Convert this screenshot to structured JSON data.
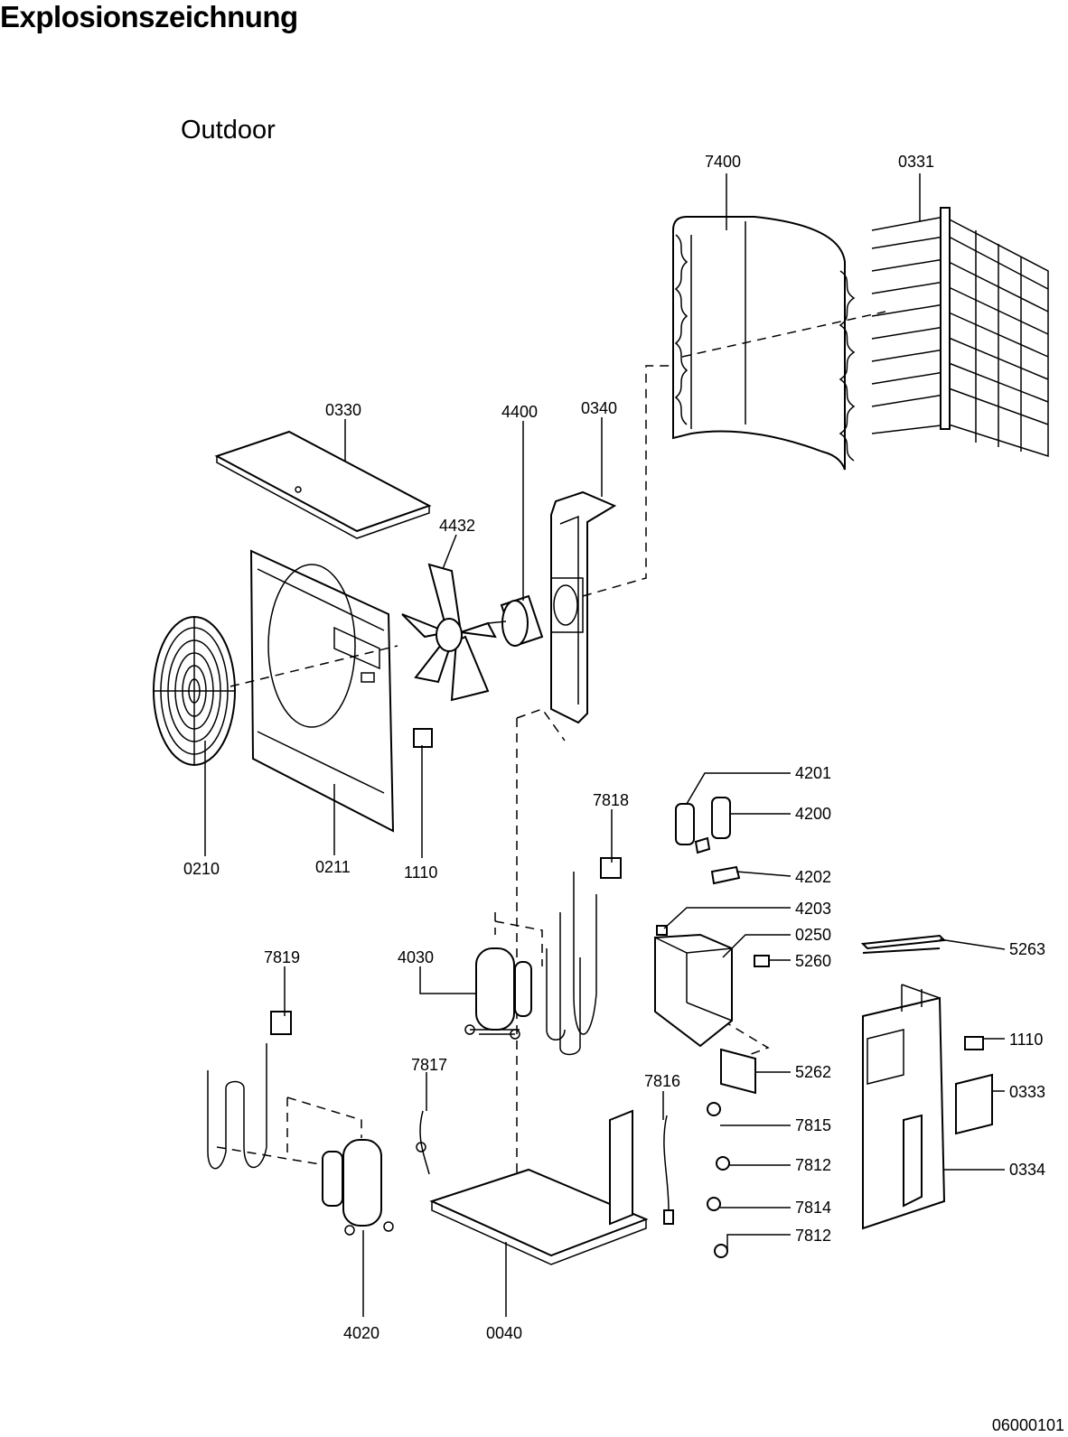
{
  "title": "Explosionszeichnung",
  "subtitle": "Outdoor",
  "document_number": "06000101",
  "callouts": [
    "7400",
    "0331",
    "0330",
    "4400",
    "0340",
    "4432",
    "0210",
    "0211",
    "1110",
    "7818",
    "4201",
    "4200",
    "4202",
    "4203",
    "0250",
    "5260",
    "5263",
    "7819",
    "4030",
    "1110",
    "5262",
    "0333",
    "7817",
    "7816",
    "7815",
    "7812",
    "0334",
    "7814",
    "7812",
    "4020",
    "0040"
  ]
}
